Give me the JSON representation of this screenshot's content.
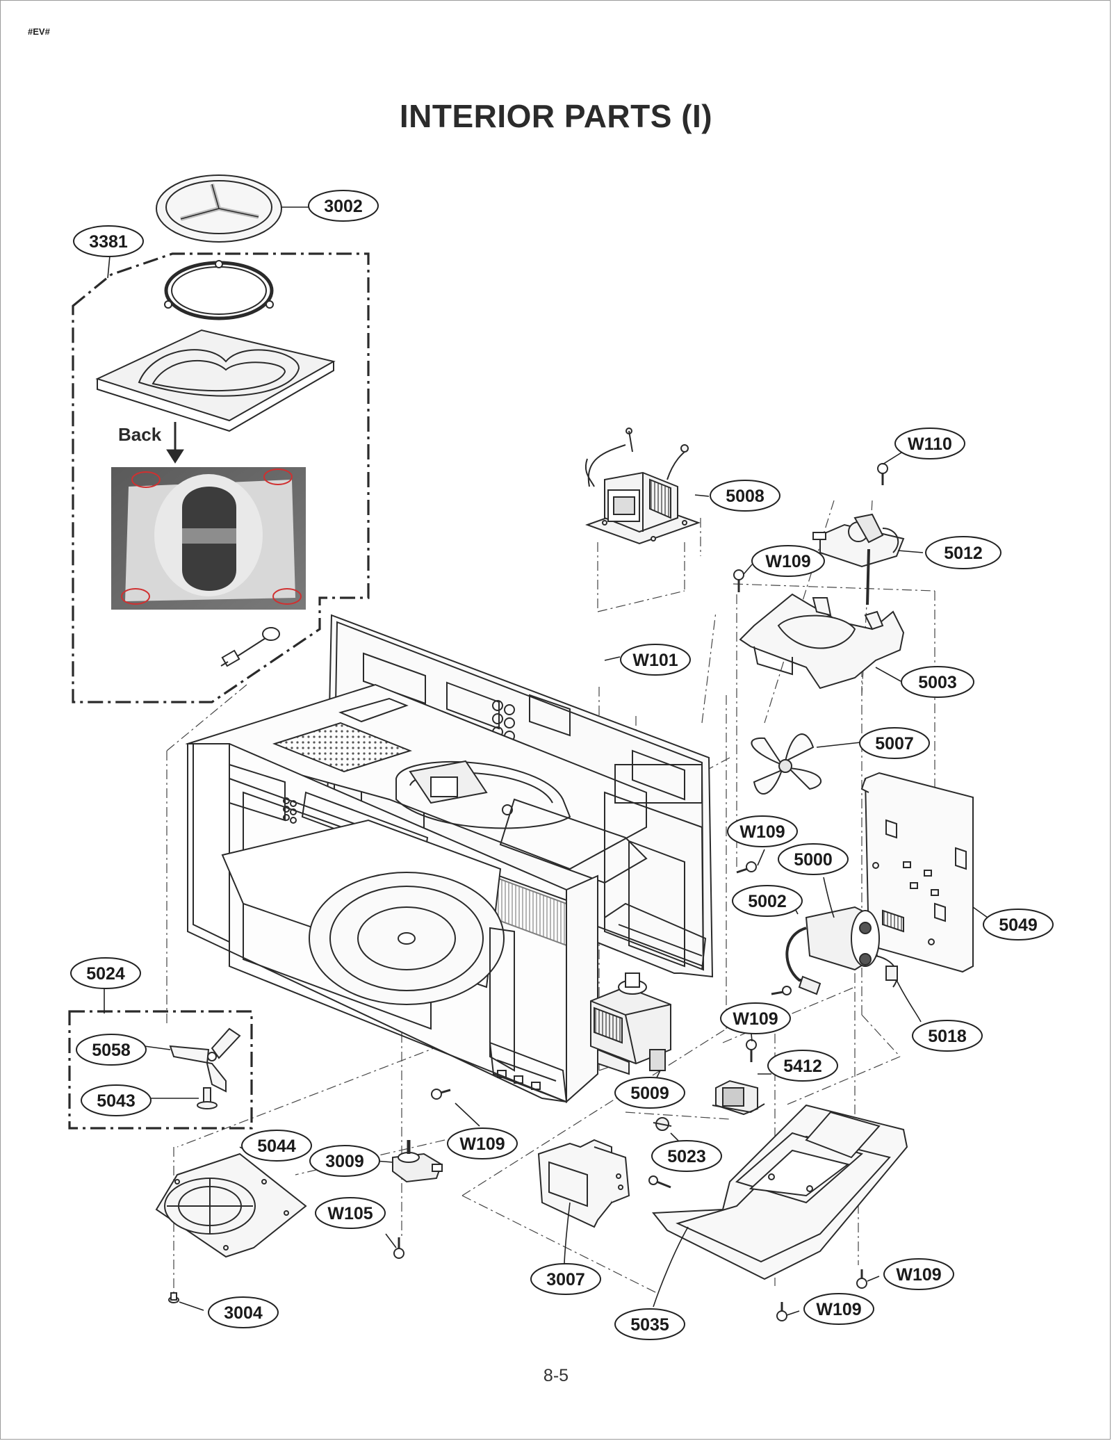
{
  "header": {
    "tag": "#EV#",
    "title": "INTERIOR PARTS (I)"
  },
  "footer": {
    "page_number": "8-5"
  },
  "callouts": [
    "3002",
    "3381",
    "5008",
    "W110",
    "5012",
    "W109",
    "W101",
    "5003",
    "5007",
    "W109",
    "5000",
    "5002",
    "5049",
    "5024",
    "5058",
    "5043",
    "W109",
    "5018",
    "5412",
    "5009",
    "W109",
    "5044",
    "3009",
    "5023",
    "W105",
    "3007",
    "W109",
    "5035",
    "W109",
    "3004"
  ],
  "notes": {
    "back_label": "Back"
  },
  "colors": {
    "ink": "#2a2a2a",
    "photo_highlight": "#d03030",
    "photo_bg": "#6a6a6a"
  }
}
